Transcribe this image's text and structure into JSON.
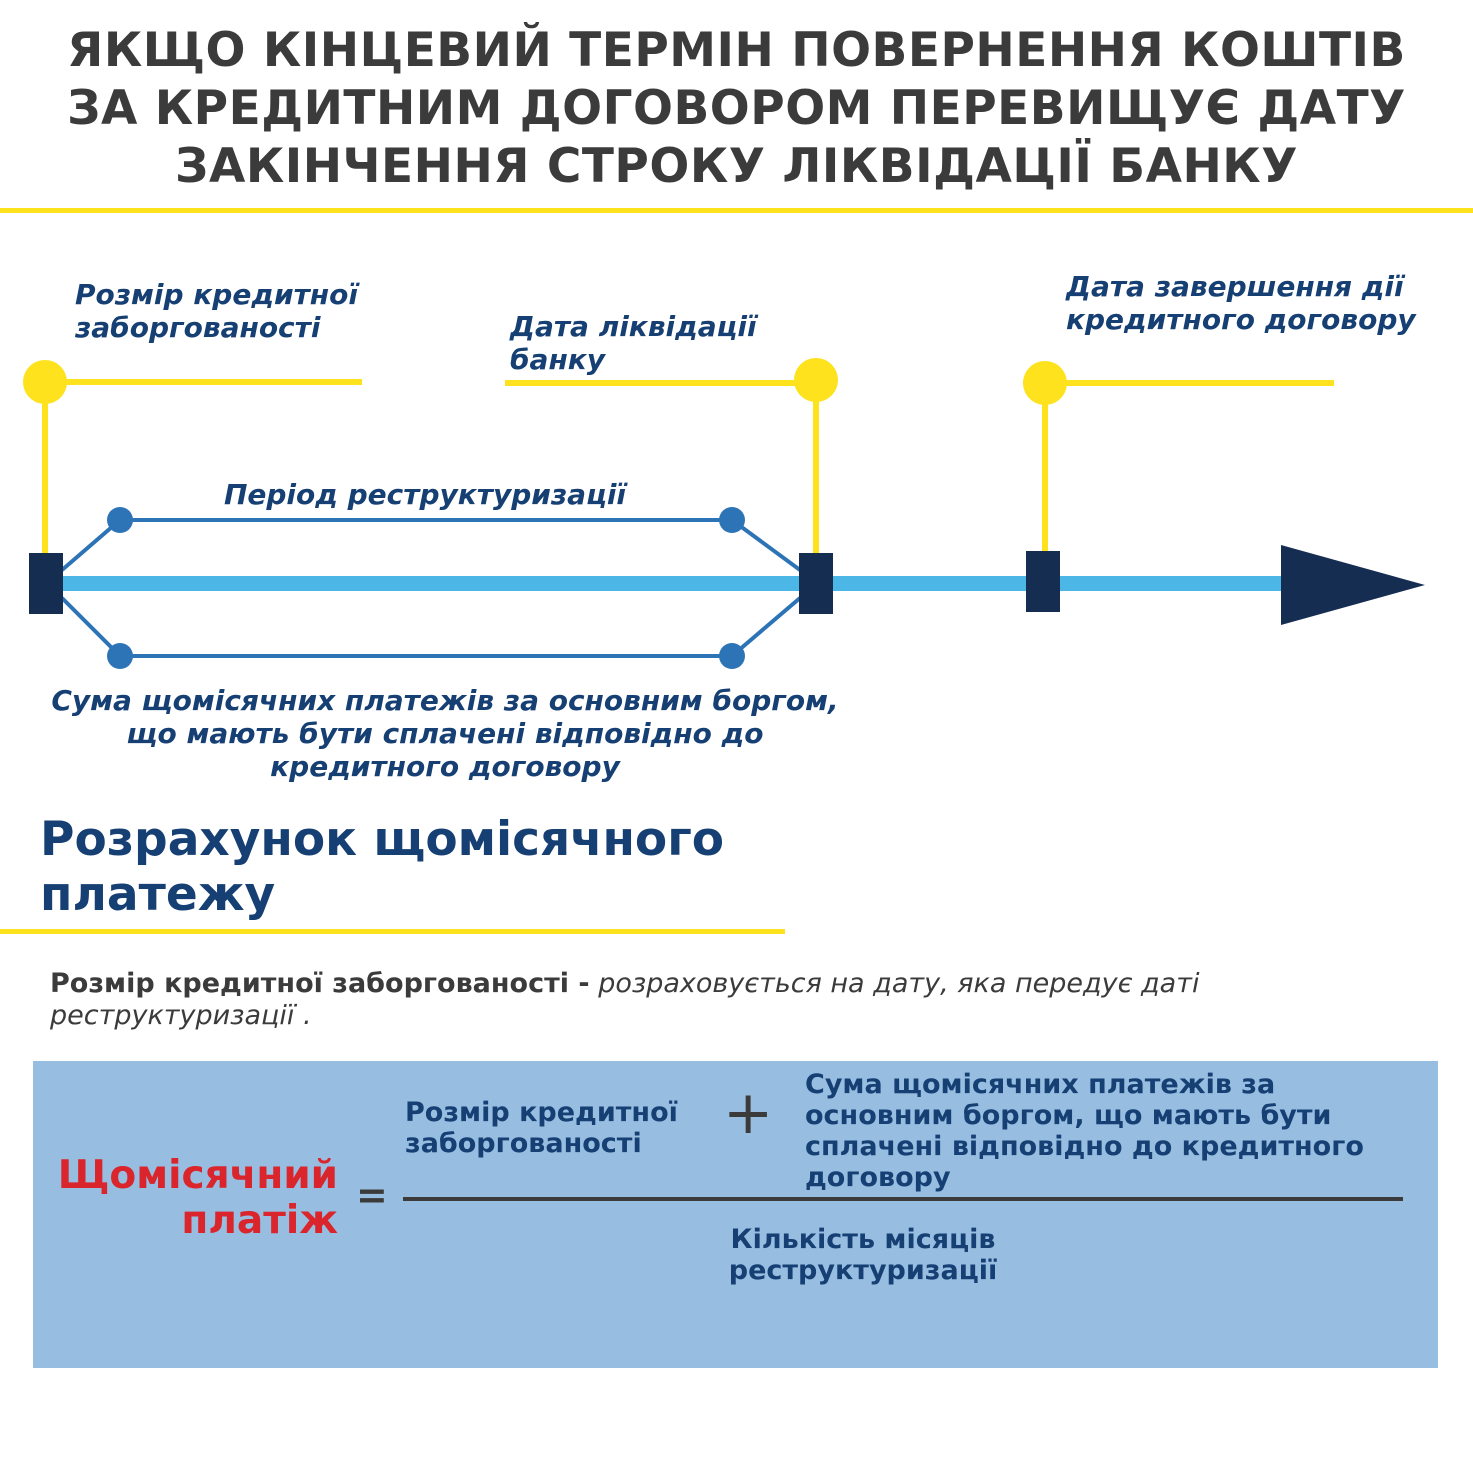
{
  "header": {
    "title_lines": [
      "ЯКЩО КІНЦЕВИЙ ТЕРМІН ПОВЕРНЕННЯ КОШТІВ",
      "ЗА КРЕДИТНИМ ДОГОВОРОМ ПЕРЕВИЩУЄ ДАТУ",
      "ЗАКІНЧЕННЯ СТРОКУ ЛІКВІДАЦІЇ БАНКУ"
    ]
  },
  "timeline": {
    "labels": {
      "debt_size": "Розмір кредитної заборгованості",
      "liquidation_date": "Дата ліквідації банку",
      "contract_end_date": "Дата завершення дії кредитного договору",
      "restructuring_period": "Період реструктуризації",
      "monthly_principal_sum": "Сума щомісячних платежів за основним боргом, що мають бути сплачені відповідно до кредитного договору"
    },
    "colors": {
      "accent_yellow": "#fde21d",
      "axis_blue": "#4cb7e6",
      "marker_navy": "#162d52",
      "bracket_blue": "#2d74b7",
      "label_blue": "#163f73"
    }
  },
  "calculation": {
    "heading": "Розрахунок щомісячного платежу",
    "note_bold": "Розмір кредитної заборгованості -",
    "note_italic": "розраховується на дату, яка передує даті реструктуризації ."
  },
  "formula": {
    "result": "Щомісячний платіж",
    "equals": "=",
    "numerator_left": "Розмір кредитної заборгованості",
    "plus": "+",
    "numerator_right": "Сума щомісячних платежів за основним боргом, що мають бути сплачені відповідно до кредитного договору",
    "denominator": "Кількість місяців реструктуризації",
    "colors": {
      "box": "#97bde1",
      "result": "#d9252b"
    }
  }
}
